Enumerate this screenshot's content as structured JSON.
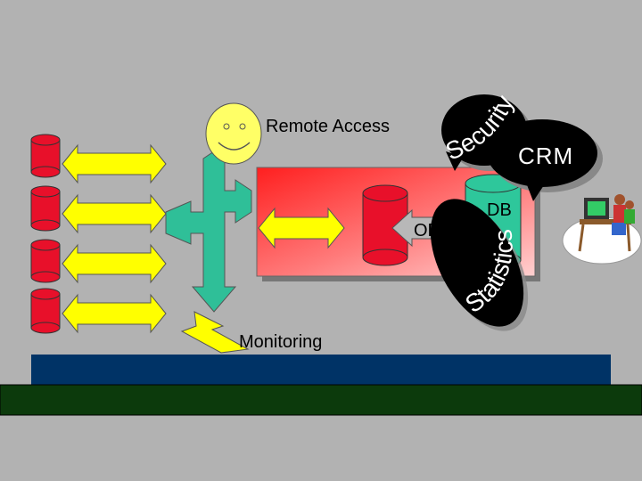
{
  "labels": {
    "remote_access": "Remote Access",
    "monitoring": "Monitoring",
    "odbc": "ODBC",
    "db": "DB",
    "crm": "CRM",
    "security": "Security",
    "statistics": "Statistics"
  },
  "colors": {
    "background": "#b2b2b2",
    "database": "#e8102a",
    "arrow": "#ffff00",
    "hub": "#2fbf98",
    "smiley": "#ffff66",
    "server_panel": "#ff3b3b",
    "db_cylinder": "#2ec79b",
    "bubble": "#000000",
    "blue_band": "#003366",
    "green_band": "#0c3a0c"
  },
  "icons": [
    "user-smiley-icon",
    "lightning-icon",
    "database-icon",
    "arrow-icon",
    "workstation-clipart-icon"
  ],
  "layout_notes": "Diagram of a central hub connecting four databases, a remote user, monitoring, a server with ODBC, and labelled speech bubbles."
}
